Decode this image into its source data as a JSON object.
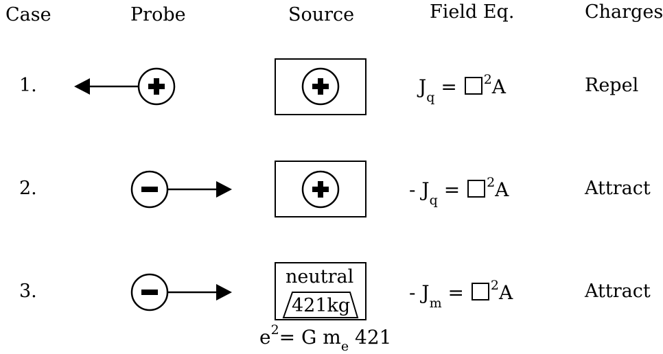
{
  "headers": {
    "case": "Case",
    "probe": "Probe",
    "source": "Source",
    "field_eq": "Field Eq.",
    "charges": "Charges"
  },
  "rows": [
    {
      "case": "1.",
      "probe_charge": "+",
      "probe_direction": "left",
      "source_charge": "+",
      "eq_prefix": "",
      "eq_J": "J",
      "eq_sub": "q",
      "eq_equals": "=",
      "eq_sup": "2",
      "eq_A": "A",
      "result": "Repel"
    },
    {
      "case": "2.",
      "probe_charge": "−",
      "probe_direction": "right",
      "source_charge": "+",
      "eq_prefix": "-",
      "eq_J": "J",
      "eq_sub": "q",
      "eq_equals": "=",
      "eq_sup": "2",
      "eq_A": "A",
      "result": "Attract"
    },
    {
      "case": "3.",
      "probe_charge": "−",
      "probe_direction": "right",
      "source_label": "neutral",
      "source_mass": "421kg",
      "eq_prefix": "-",
      "eq_J": "J",
      "eq_sub": "m",
      "eq_equals": "=",
      "eq_sup": "2",
      "eq_A": "A",
      "result": "Attract"
    }
  ],
  "formula": {
    "e": "e",
    "e_sup": "2",
    "rest": "= G m",
    "sub": "e",
    "tail": " 421"
  }
}
